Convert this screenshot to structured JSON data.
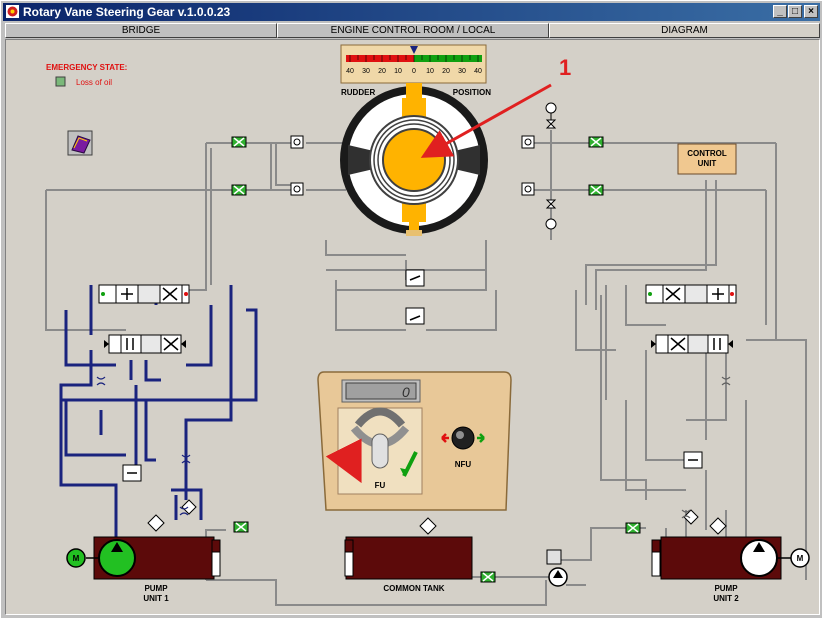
{
  "window": {
    "title": "Rotary Vane Steering Gear  v.1.0.0.23",
    "minimize_glyph": "_",
    "maximize_glyph": "□",
    "close_glyph": "×"
  },
  "tabs": [
    {
      "label": "BRIDGE"
    },
    {
      "label": "ENGINE CONTROL ROOM / LOCAL"
    },
    {
      "label": "DIAGRAM"
    }
  ],
  "emergency": {
    "title": "EMERGENCY STATE:",
    "loss_of_oil": "Loss of oil"
  },
  "rudder_gauge": {
    "scale": [
      "40",
      "30",
      "20",
      "10",
      "0",
      "10",
      "20",
      "30",
      "40"
    ],
    "left_label": "RUDDER",
    "right_label": "POSITION",
    "value_deg": 0
  },
  "annotation": {
    "label": "1"
  },
  "control_unit": {
    "line1": "CONTROL",
    "line2": "UNIT"
  },
  "panel": {
    "display": "0",
    "fu_label": "FU",
    "nfu_label": "NFU"
  },
  "pump1": {
    "line1": "PUMP",
    "line2": "UNIT 1",
    "motor": "M"
  },
  "pump2": {
    "line1": "PUMP",
    "line2": "UNIT 2",
    "motor": "M"
  },
  "tank": {
    "label": "COMMON TANK"
  },
  "colors": {
    "navy_circuit": "#1a237e",
    "gray_circuit": "#8a8a8a",
    "tank_red": "#5c0a0a",
    "rudder_orange": "#ffb300",
    "arrow_red": "#e02020"
  }
}
